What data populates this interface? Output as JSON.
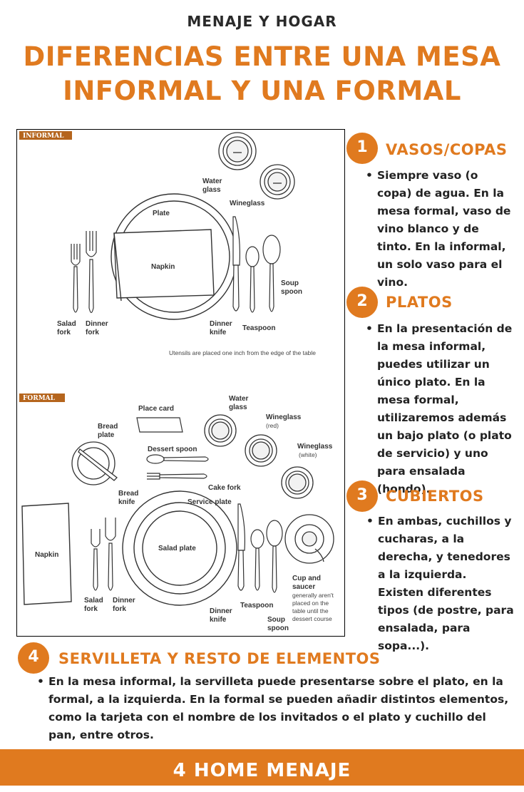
{
  "header": {
    "kicker": "MENAJE Y HOGAR",
    "title_line1": "DIFERENCIAS ENTRE UNA MESA",
    "title_line2": "INFORMAL Y UNA FORMAL"
  },
  "illustration": {
    "informal": {
      "tag": "INFORMAL",
      "labels": {
        "water_glass": [
          "Water",
          "glass"
        ],
        "wineglass": "Wineglass",
        "plate": "Plate",
        "napkin": "Napkin",
        "soup_spoon": [
          "Soup",
          "spoon"
        ],
        "salad_fork": [
          "Salad",
          "fork"
        ],
        "dinner_fork": [
          "Dinner",
          "fork"
        ],
        "dinner_knife": [
          "Dinner",
          "knife"
        ],
        "teaspoon": "Teaspoon"
      },
      "note": "Utensils are placed one inch from the edge of the table"
    },
    "formal": {
      "tag": "FORMAL",
      "labels": {
        "water_glass": [
          "Water",
          "glass"
        ],
        "place_card": "Place card",
        "wineglass_red": "Wineglass",
        "red": "(red)",
        "wineglass_white": "Wineglass",
        "white": "(white)",
        "bread_plate": [
          "Bread",
          "plate"
        ],
        "dessert_spoon": "Dessert spoon",
        "cake_fork": "Cake fork",
        "bread_knife": [
          "Bread",
          "knife"
        ],
        "service_plate": "Service plate",
        "napkin": "Napkin",
        "salad_plate": "Salad plate",
        "salad_fork": [
          "Salad",
          "fork"
        ],
        "dinner_fork": [
          "Dinner",
          "fork"
        ],
        "dinner_knife": [
          "Dinner",
          "knife"
        ],
        "teaspoon": "Teaspoon",
        "soup_spoon": [
          "Soup",
          "spoon"
        ],
        "cup_saucer": [
          "Cup and",
          "saucer"
        ],
        "cup_note": [
          "generally aren't",
          "placed on the",
          "table until the",
          "dessert course"
        ]
      }
    }
  },
  "sections": [
    {
      "number": "1",
      "title": "VASOS/COPAS",
      "text": "Siempre vaso (o copa) de agua. En la mesa formal, vaso de vino blanco y de tinto. En la informal, un solo vaso para el vino."
    },
    {
      "number": "2",
      "title": "PLATOS",
      "text": "En la presentación de la mesa informal, puedes utilizar un único plato. En la mesa formal, utilizaremos además un bajo plato (o plato de servicio) y uno para ensalada (hondo)."
    },
    {
      "number": "3",
      "title": "CUBIERTOS",
      "text": "En ambas, cuchillos y cucharas, a la derecha, y tenedores a la izquierda. Existen diferentes tipos (de postre, para ensalada, para sopa...)."
    },
    {
      "number": "4",
      "title": "SERVILLETA Y RESTO DE ELEMENTOS",
      "text": "En la mesa informal, la servilleta puede presentarse sobre el plato, en la formal, a la izquierda. En la formal se pueden añadir distintos elementos, como la tarjeta con el nombre de los invitados o el plato y cuchillo del pan, entre otros."
    }
  ],
  "footer": {
    "brand": "4 HOME MENAJE"
  },
  "colors": {
    "accent": "#e07a1f",
    "tag": "#b5651d"
  }
}
